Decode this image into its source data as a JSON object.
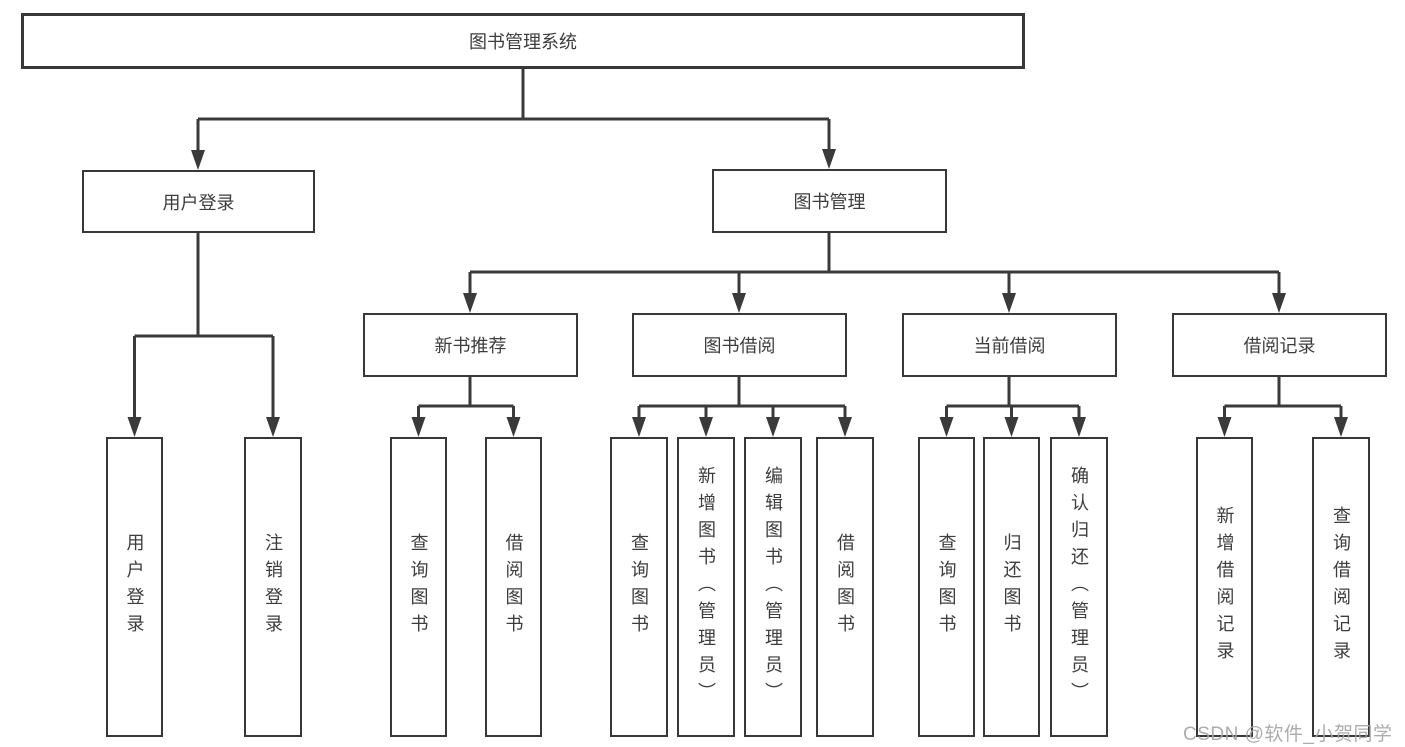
{
  "diagram": {
    "root": "图书管理系统",
    "level2": [
      "用户登录",
      "图书管理"
    ],
    "level3": [
      "新书推荐",
      "图书借阅",
      "当前借阅",
      "借阅记录"
    ],
    "leaves": {
      "login": [
        "用户登录",
        "注销登录"
      ],
      "new_book": [
        "查询图书",
        "借阅图书"
      ],
      "borrow": [
        "查询图书",
        "新增图书（管理员）",
        "编辑图书（管理员）",
        "借阅图书"
      ],
      "current": [
        "查询图书",
        "归还图书",
        "确认归还（管理员）"
      ],
      "records": [
        "新增借阅记录",
        "查询借阅记录"
      ]
    }
  },
  "colors": {
    "line": "#3a3a3a",
    "box_border": "#383838",
    "text": "#3d3d3d",
    "watermark": "#a6a6a6"
  },
  "watermark": {
    "text": "CSDN @软件_小贺同学"
  }
}
